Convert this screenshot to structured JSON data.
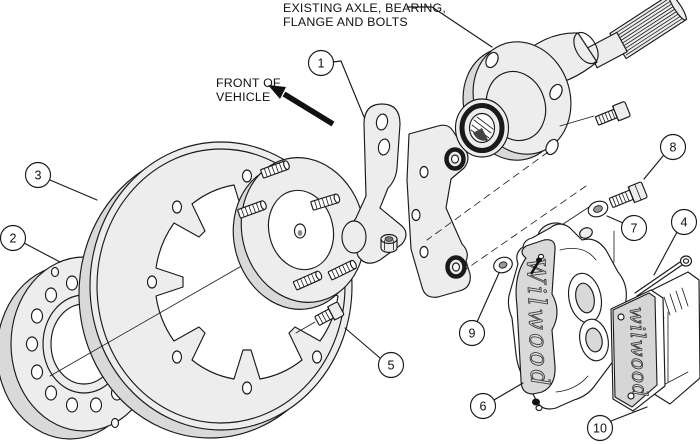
{
  "annotations": {
    "axle_note_line1": "EXISTING AXLE, BEARING,",
    "axle_note_line2": "FLANGE AND BOLTS",
    "front_line1": "FRONT OF",
    "front_line2": "VEHICLE"
  },
  "branding": {
    "caliper_logo": "Wilwood",
    "pad_logo": "wilwood"
  },
  "callouts": [
    {
      "number": "1"
    },
    {
      "number": "2"
    },
    {
      "number": "3"
    },
    {
      "number": "4"
    },
    {
      "number": "5"
    },
    {
      "number": "6"
    },
    {
      "number": "7"
    },
    {
      "number": "8"
    },
    {
      "number": "9"
    },
    {
      "number": "10"
    }
  ],
  "colors": {
    "line": "#1a1a1a",
    "part_fill": "#ededed",
    "shade_fill": "#d9d9d9",
    "background": "#ffffff"
  }
}
